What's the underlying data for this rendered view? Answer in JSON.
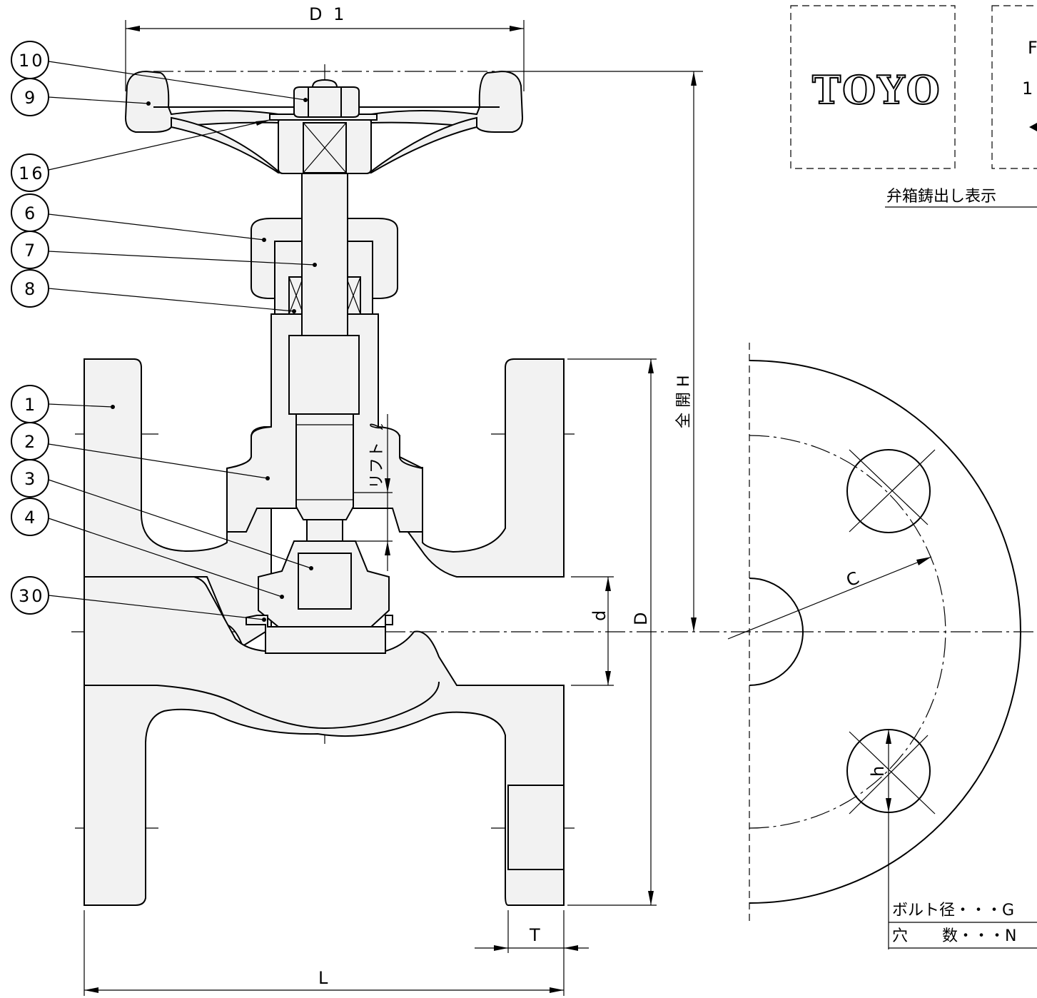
{
  "balloons": [
    {
      "label": "10"
    },
    {
      "label": "9"
    },
    {
      "label": "16"
    },
    {
      "label": "6"
    },
    {
      "label": "7"
    },
    {
      "label": "8"
    },
    {
      "label": "1"
    },
    {
      "label": "2"
    },
    {
      "label": "3"
    },
    {
      "label": "4"
    },
    {
      "label": "30"
    }
  ],
  "dimensions": {
    "d1": "D 1",
    "full_open_h": "全 開 H",
    "lift": "リフト",
    "lift_symbol": "ℓ",
    "d": "d",
    "D": "D",
    "T": "T",
    "L": "L",
    "C": "C",
    "h": "h"
  },
  "marking": {
    "logo_text": "TOYO",
    "box2_line1": "F",
    "box2_line2": "1",
    "caption": "弁箱鋳出し表示"
  },
  "bolt_table": {
    "row1": "ボルト径・・・G",
    "row2_label": "穴",
    "row2_value": "数・・・N"
  }
}
